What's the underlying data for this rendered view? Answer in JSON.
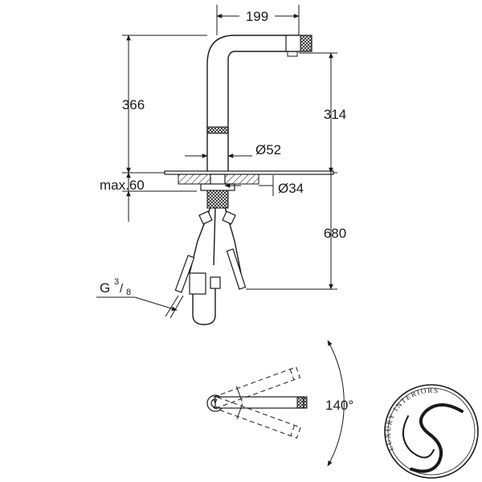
{
  "dimensions": {
    "spout_reach": "199",
    "total_height": "366",
    "spout_height": "314",
    "body_diameter": "Ø52",
    "max_deck": "max.60",
    "hole_diameter": "Ø34",
    "hose_length": "680",
    "connection_thread_base": "G",
    "connection_thread_num": "3",
    "connection_thread_den": "8",
    "swivel_angle": "140°"
  },
  "logo": {
    "brand_text": "LUXURY INTERIORS"
  }
}
